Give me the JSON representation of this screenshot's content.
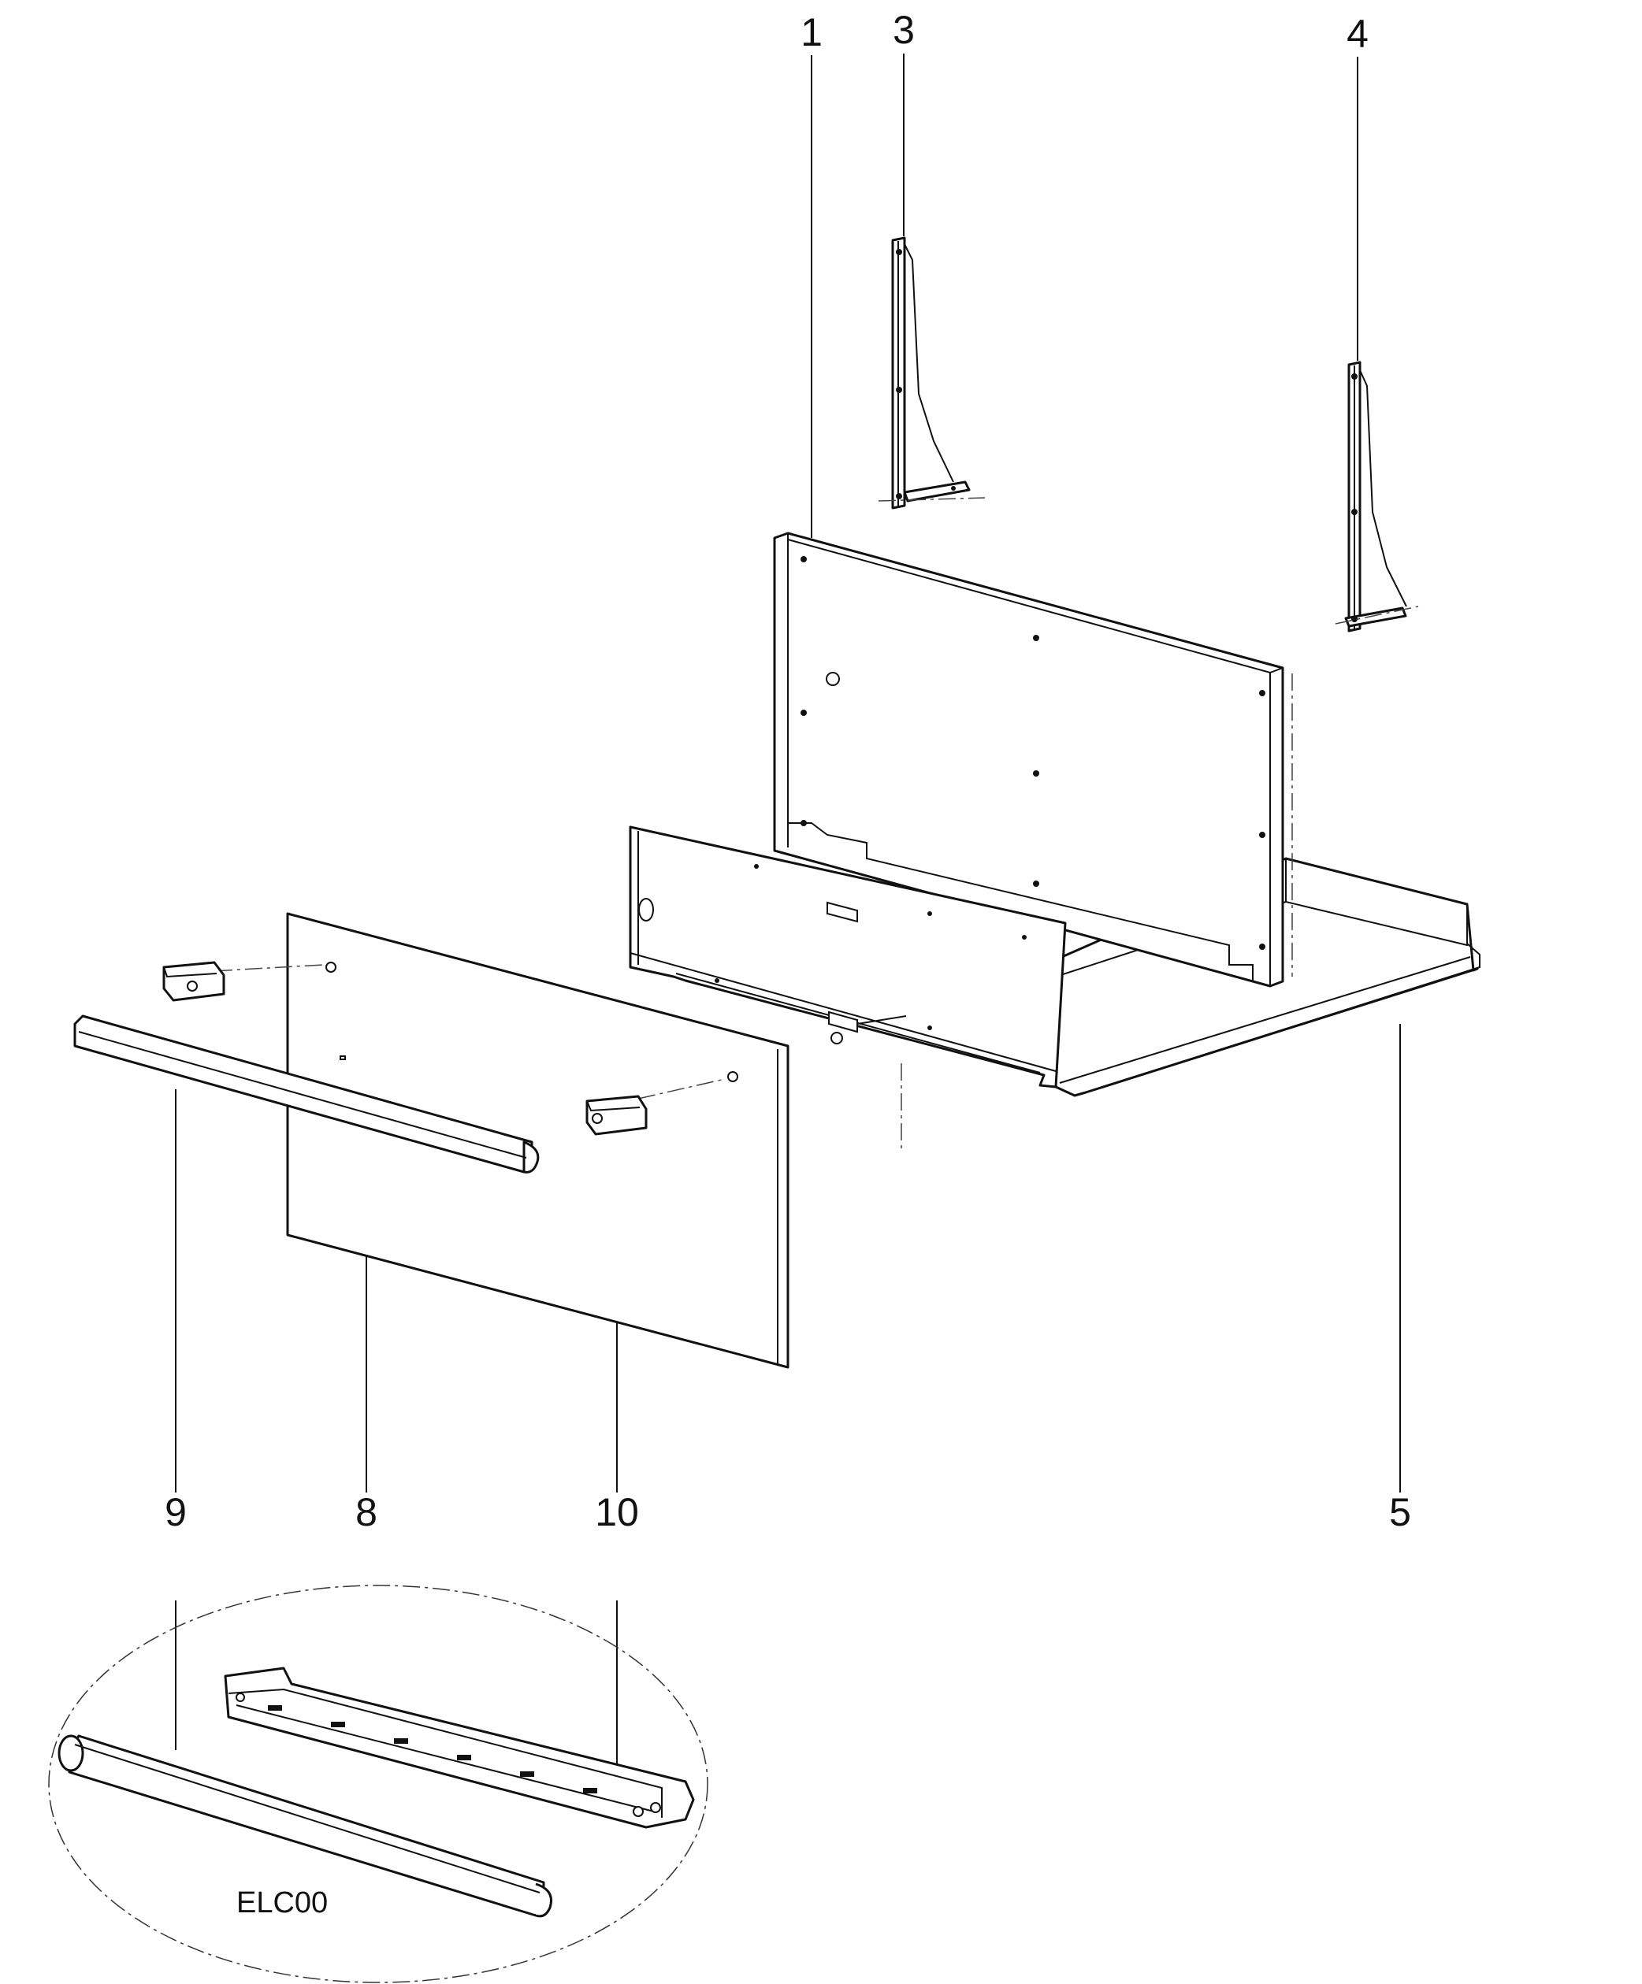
{
  "callouts": [
    {
      "id": "1",
      "label": "1"
    },
    {
      "id": "3",
      "label": "3"
    },
    {
      "id": "4",
      "label": "4"
    },
    {
      "id": "5",
      "label": "5"
    },
    {
      "id": "8",
      "label": "8"
    },
    {
      "id": "9",
      "label": "9"
    },
    {
      "id": "10",
      "label": "10"
    }
  ],
  "detail": {
    "code": "ELC00"
  }
}
